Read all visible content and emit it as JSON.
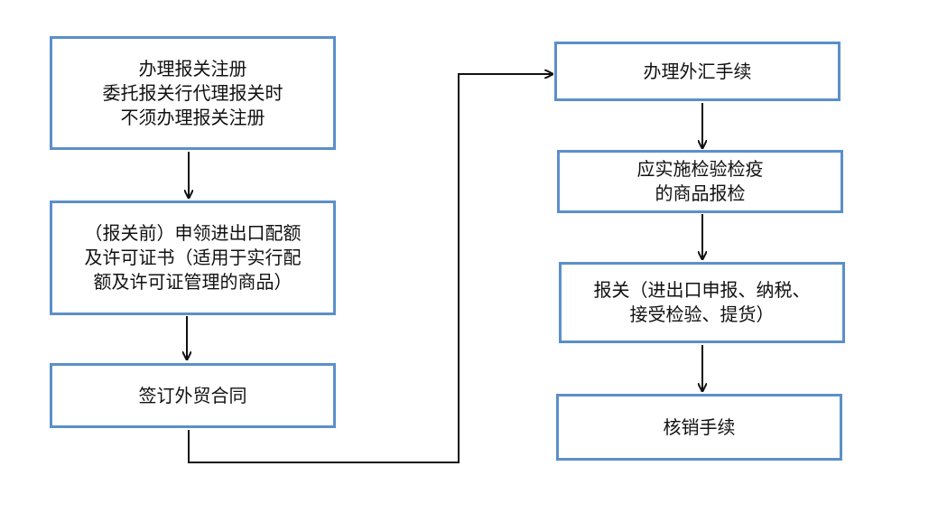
{
  "colors": {
    "box_border": "#5b8fc9",
    "arrow": "#111111",
    "background": "#ffffff"
  },
  "left_column": [
    {
      "text": "办理报关注册\n委托报关行代理报关时\n不须办理报关注册"
    },
    {
      "text": "（报关前）申领进出口配额\n及许可证书（适用于实行配\n额及许可证管理的商品）"
    },
    {
      "text": "签订外贸合同"
    }
  ],
  "right_column": [
    {
      "text": "办理外汇手续"
    },
    {
      "text": "应实施检验检疫\n的商品报检"
    },
    {
      "text": "报关（进出口申报、纳税、\n接受检验、提货）"
    },
    {
      "text": "核销手续"
    }
  ]
}
